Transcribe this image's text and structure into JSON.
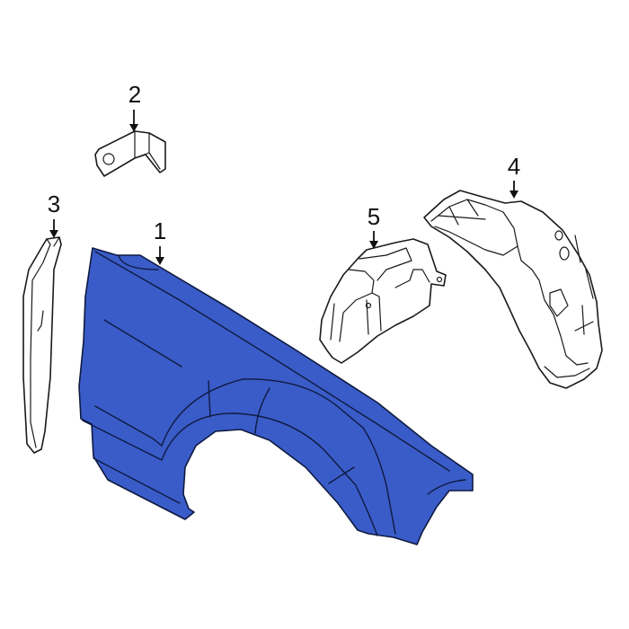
{
  "diagram": {
    "type": "exploded-parts-diagram",
    "colors": {
      "background": "#ffffff",
      "highlighted_part": "#3a5cc8",
      "line": "#1a1a1a"
    },
    "parts": [
      {
        "callout": "1",
        "name": "fender",
        "highlighted": true
      },
      {
        "callout": "2",
        "name": "bracket",
        "highlighted": false
      },
      {
        "callout": "3",
        "name": "seal-strip",
        "highlighted": false
      },
      {
        "callout": "4",
        "name": "rear-inner-liner",
        "highlighted": false
      },
      {
        "callout": "5",
        "name": "front-inner-liner",
        "highlighted": false
      }
    ]
  }
}
